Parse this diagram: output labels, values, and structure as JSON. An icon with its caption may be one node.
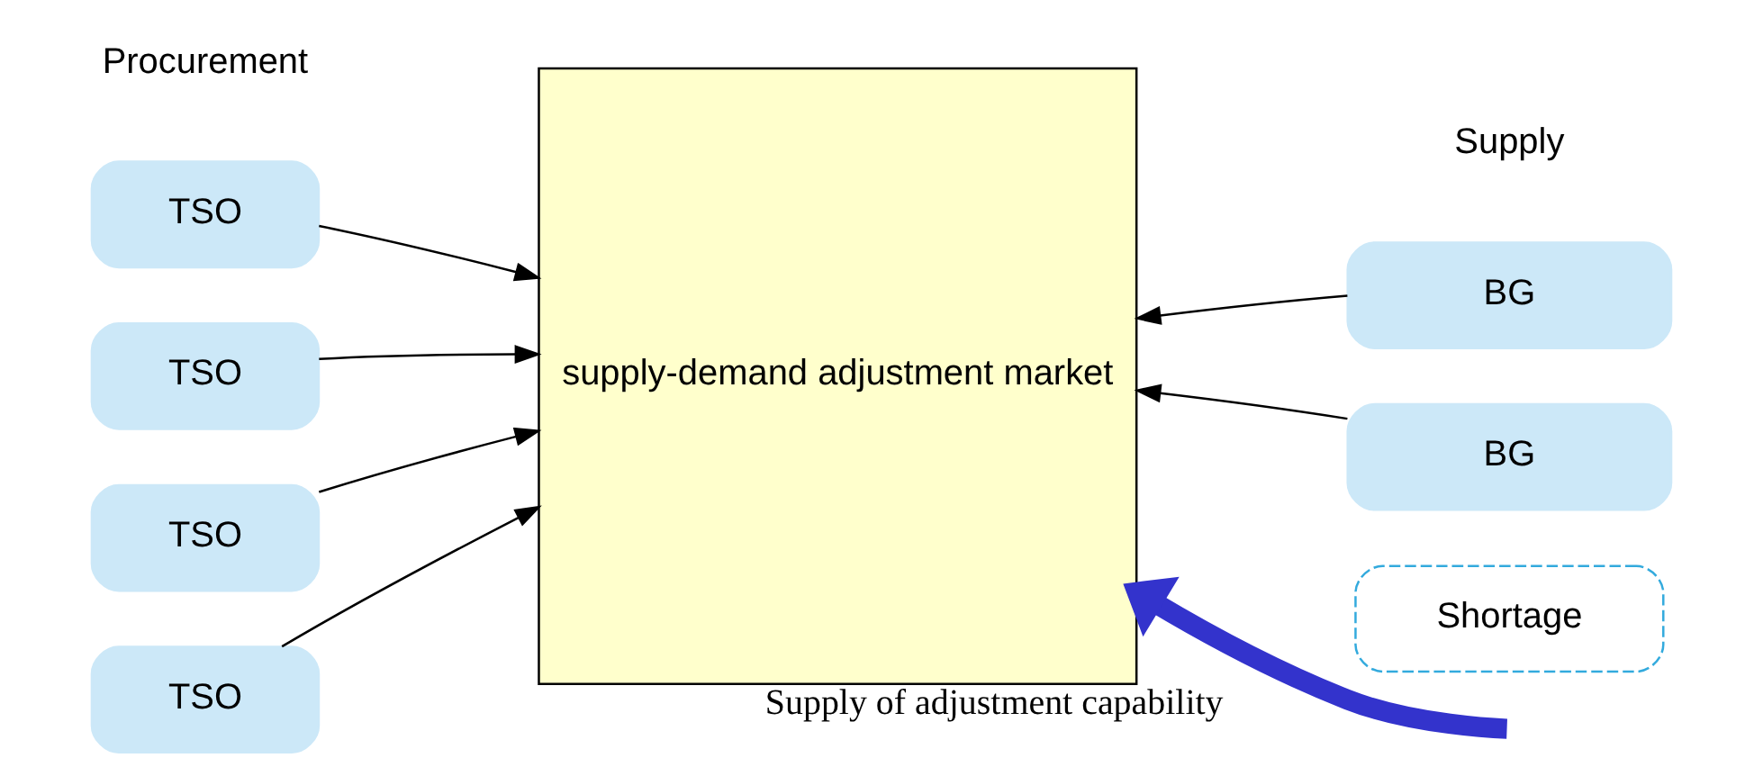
{
  "diagram": {
    "nodes": [
      {
        "text": [
          "TSO"
        ]
      },
      {
        "text": [
          "TSO"
        ]
      },
      {
        "text": [
          "TSO"
        ]
      },
      {
        "text": [
          "TSO"
        ]
      },
      {
        "text": [
          "supply-demand adjustment market"
        ]
      },
      {
        "text": [
          "BG"
        ]
      },
      {
        "text": [
          "BG"
        ]
      },
      {
        "text": [
          "Shortage"
        ]
      }
    ],
    "edges": [
      {
        "from": 0,
        "to": 4,
        "arrow": "to"
      },
      {
        "from": 1,
        "to": 4,
        "arrow": "to"
      },
      {
        "from": 2,
        "to": 4,
        "arrow": "to"
      },
      {
        "from": 3,
        "to": 4,
        "arrow": "to"
      },
      {
        "from": 5,
        "to": 4,
        "arrow": "to"
      },
      {
        "from": 6,
        "to": 4,
        "arrow": "to"
      },
      {
        "from": null,
        "to": 4,
        "arrow": "to",
        "label": "Supply of adjustment capability",
        "style": "thick",
        "color": "#3333cc"
      }
    ],
    "labels": [
      "Procurement",
      "Supply"
    ]
  }
}
